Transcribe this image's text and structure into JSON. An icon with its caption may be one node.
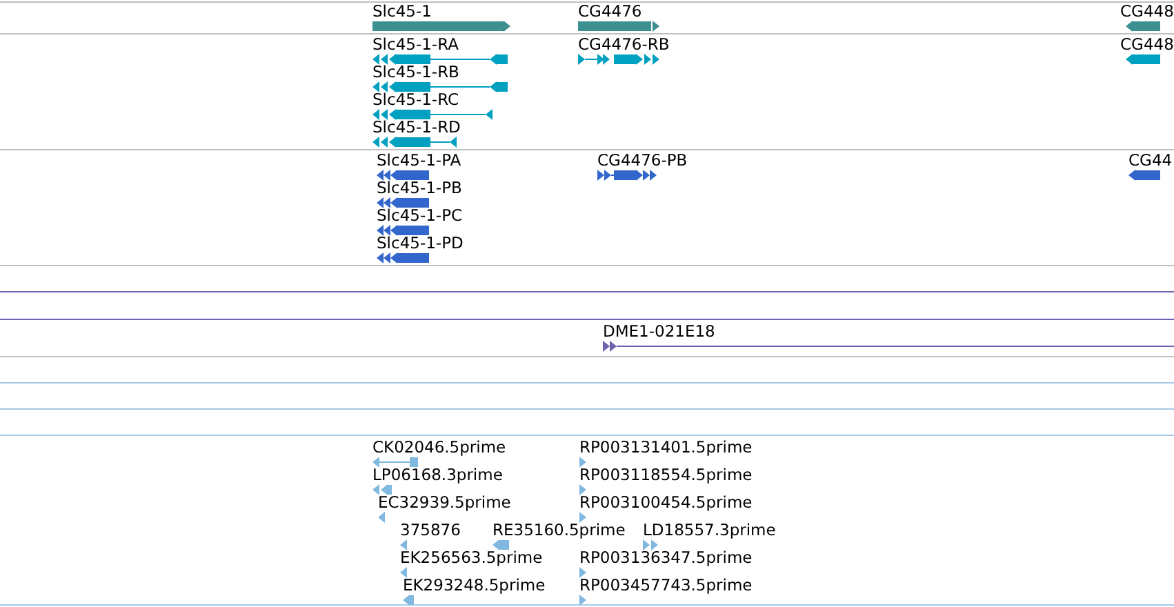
{
  "diagram": {
    "labels": [
      "Slc45-1",
      "CG4476",
      "CG448",
      "Slc45-1-RA",
      "CG4476-RB",
      "CG448",
      "Slc45-1-RB",
      "Slc45-1-RC",
      "Slc45-1-RD",
      "Slc45-1-PA",
      "CG4476-PB",
      "CG44",
      "Slc45-1-PB",
      "Slc45-1-PC",
      "Slc45-1-PD",
      "DME1-021E18",
      "CK02046.5prime",
      "RP003131401.5prime",
      "LP06168.3prime",
      "RP003118554.5prime",
      "EC32939.5prime",
      "RP003100454.5prime",
      "375876",
      "RE35160.5prime",
      "LD18557.3prime",
      "EK256563.5prime",
      "RP003136347.5prime",
      "EK293248.5prime",
      "RP003457743.5prime"
    ]
  }
}
